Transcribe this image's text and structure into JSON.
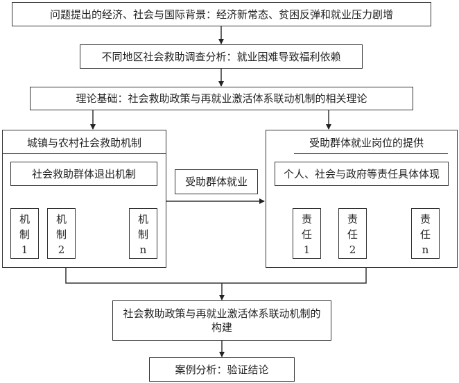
{
  "diagram": {
    "nodes": {
      "background": "问题提出的经济、社会与国际背景：经济新常态、贫困反弹和就业压力剧增",
      "survey": "不同地区社会救助调查分析：就业困难导致福利依赖",
      "theory": "理论基础：社会救助政策与再就业激活体系联动机制的相关理论",
      "left_group": {
        "title": "城镇与农村社会救助机制",
        "inner": "社会救助群体退出机制",
        "items": [
          {
            "line1": "机",
            "line2": "制",
            "line3": "1"
          },
          {
            "line1": "机",
            "line2": "制",
            "line3": "2"
          },
          {
            "line1": "机",
            "line2": "制",
            "line3": "n"
          }
        ]
      },
      "middle": "受助群体就业",
      "right_group": {
        "title": "受助群体就业岗位的提供",
        "inner": "个人、社会与政府等责任具体体现",
        "items": [
          {
            "line1": "责",
            "line2": "任",
            "line3": "1"
          },
          {
            "line1": "责",
            "line2": "任",
            "line3": "2"
          },
          {
            "line1": "责",
            "line2": "任",
            "line3": "n"
          }
        ]
      },
      "construction": "社会救助政策与再就业激活体系联动机制的构建",
      "case": "案例分析：验证结论"
    }
  }
}
